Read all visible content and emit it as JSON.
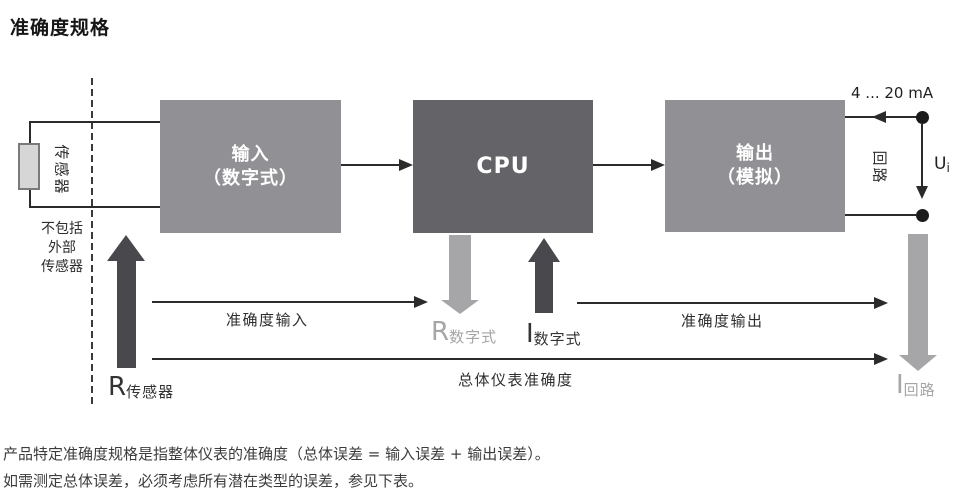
{
  "title": "准确度规格",
  "diagram": {
    "sensor": {
      "label": "传感器",
      "note_line1": "不包括",
      "note_line2": "外部",
      "note_line3": "传感器"
    },
    "blocks": {
      "input_line1": "输入",
      "input_line2": "（数字式）",
      "cpu": "CPU",
      "output_line1": "输出",
      "output_line2": "（模拟）"
    },
    "loop": {
      "range_label": "4 ... 20 mA",
      "loop_label": "回路",
      "voltage_sym": "U",
      "voltage_sub": "i"
    },
    "annotations": {
      "r_sensor_sym": "R",
      "r_sensor_sub": "传感器",
      "accuracy_input": "准确度输入",
      "r_digital_sym": "R",
      "r_digital_sub": "数字式",
      "i_digital_sym": "I",
      "i_digital_sub": "数字式",
      "accuracy_output": "准确度输出",
      "total_accuracy": "总体仪表准确度",
      "i_loop_sym": "I",
      "i_loop_sub": "回路"
    }
  },
  "footer": {
    "line1": "产品特定准确度规格是指整体仪表的准确度（总体误差 = 输入误差 + 输出误差）。",
    "line2": "如需测定总体误差，必须考虑所有潜在类型的误差，参见下表。"
  },
  "colors": {
    "block_gray": "#919195",
    "cpu_gray": "#646468",
    "light_arrow": "#a6a6a9",
    "dark_arrow": "#49494d",
    "line": "#2b2b2b",
    "text_dark": "#3c3c3c",
    "sensor_fill": "#d6d6d6",
    "sensor_border": "#7a7a7a"
  }
}
